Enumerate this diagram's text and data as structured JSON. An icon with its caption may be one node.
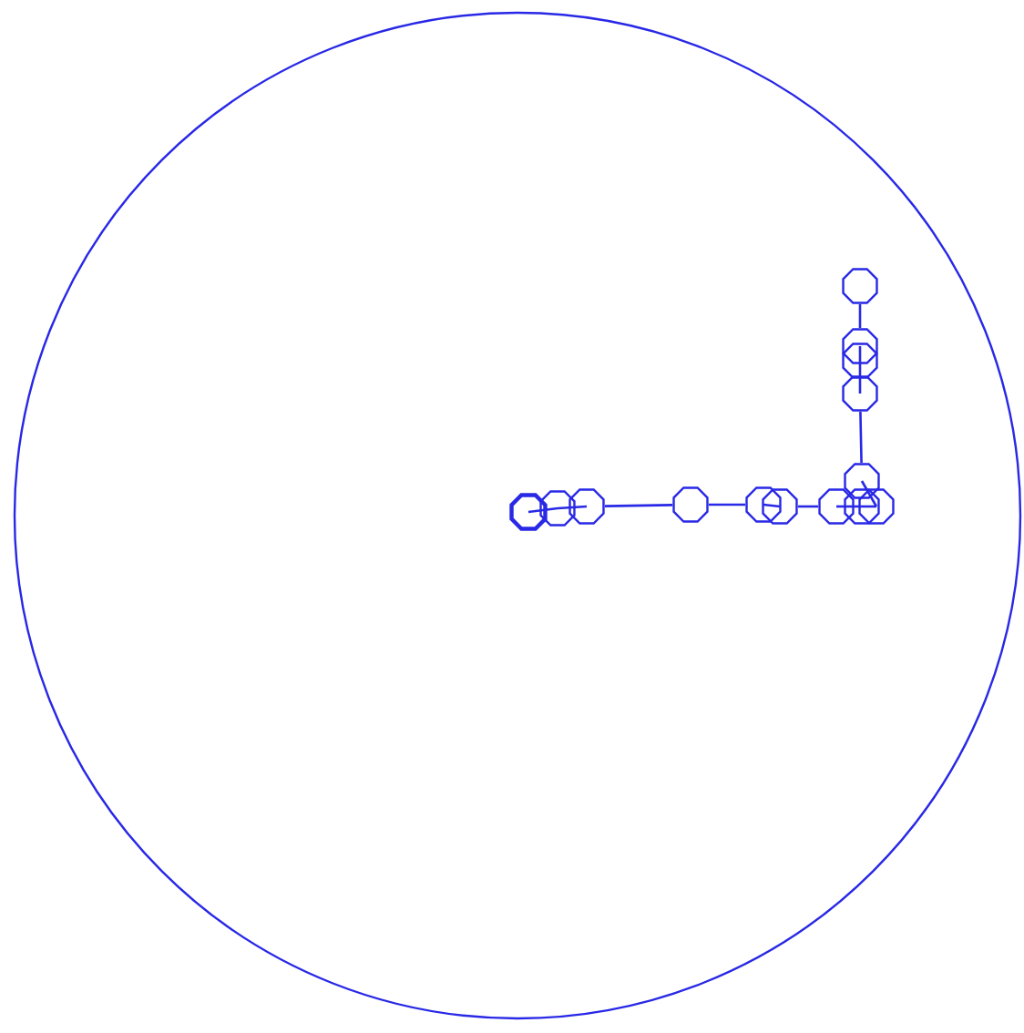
{
  "diagram": {
    "nodes": [
      {
        "text": [],
        "shape": "circle"
      },
      {
        "text": [],
        "shape": "circle",
        "in": 0
      },
      {
        "text": [],
        "shape": "circle",
        "in": 0
      },
      {
        "text": [],
        "shape": "circle",
        "in": 0
      },
      {
        "text": [],
        "shape": "circle",
        "in": 0
      },
      {
        "text": [],
        "shape": "circle",
        "in": 0
      },
      {
        "text": [],
        "shape": "circle",
        "in": 0
      },
      {
        "text": [],
        "shape": "circle",
        "in": 0
      },
      {
        "text": [],
        "shape": "circle",
        "in": 0
      },
      {
        "text": [],
        "shape": "circle",
        "in": 0
      },
      {
        "text": [],
        "shape": "circle",
        "in": 0
      },
      {
        "text": [],
        "shape": "circle",
        "in": 0
      },
      {
        "text": [],
        "shape": "circle",
        "in": 0
      },
      {
        "text": [],
        "shape": "circle",
        "in": 0
      },
      {
        "text": [],
        "shape": "circle",
        "in": 0
      }
    ],
    "edges": [
      {
        "from": 1,
        "to": 2,
        "arrow": "none"
      },
      {
        "from": 2,
        "to": 3,
        "arrow": "none"
      },
      {
        "from": 3,
        "to": 4,
        "arrow": "none"
      },
      {
        "from": 4,
        "to": 5,
        "arrow": "none"
      },
      {
        "from": 5,
        "to": 6,
        "arrow": "none"
      },
      {
        "from": 6,
        "to": 7,
        "arrow": "none"
      },
      {
        "from": 7,
        "to": 8,
        "arrow": "none"
      },
      {
        "from": 8,
        "to": 9,
        "arrow": "none"
      },
      {
        "from": 9,
        "to": 10,
        "arrow": "none"
      },
      {
        "from": 10,
        "to": 11,
        "arrow": "none"
      },
      {
        "from": 11,
        "to": 12,
        "arrow": "none"
      },
      {
        "from": 12,
        "to": 13,
        "arrow": "none"
      },
      {
        "from": 13,
        "to": 14,
        "arrow": "none"
      }
    ]
  }
}
